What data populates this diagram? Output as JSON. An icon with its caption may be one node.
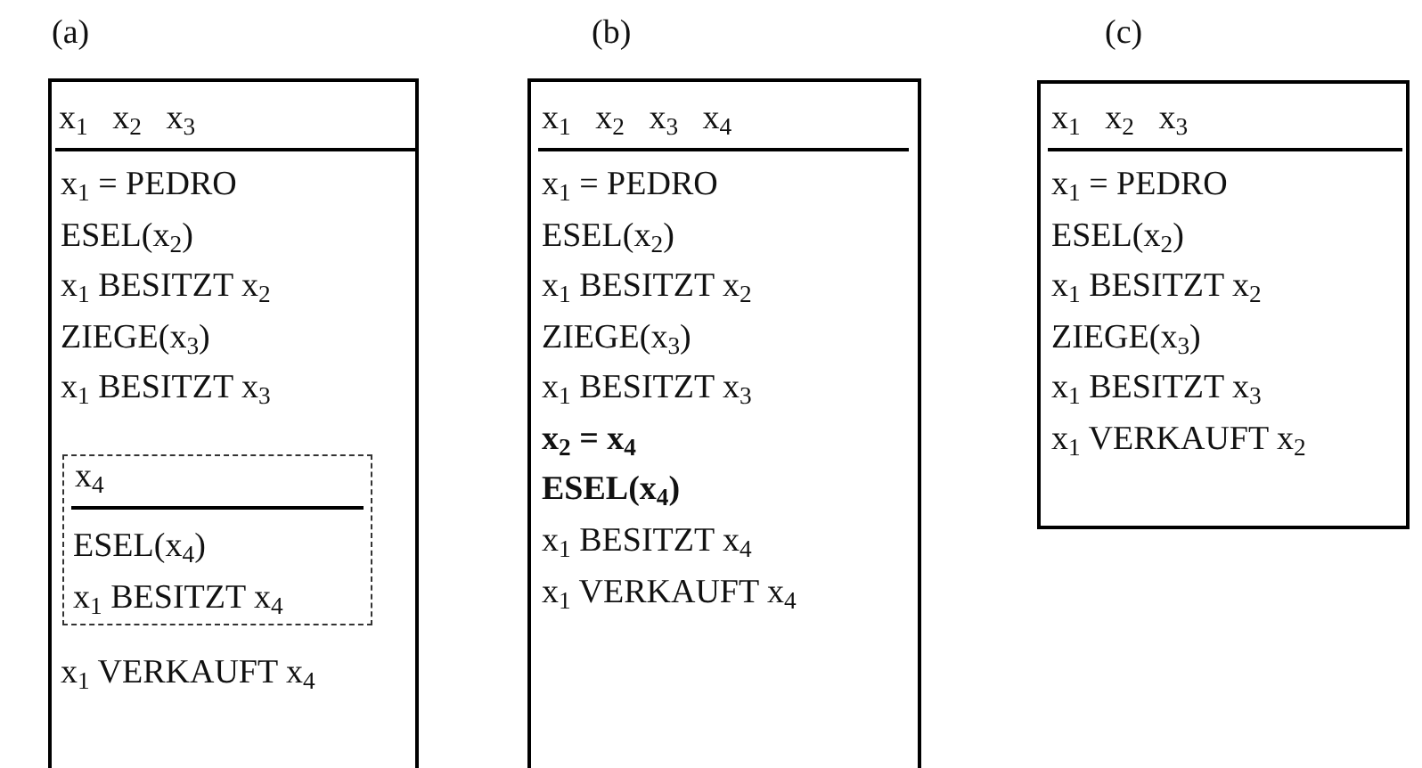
{
  "diagram": {
    "nodes": [
      {
        "text": [
          "x$_{1}$ x$_{2}$ x$_{3}$",
          "x$_{1}$ = PEDRO",
          "ESEL(x$_{2}$)",
          "x$_{1}$ BESITZT x$_{2}$",
          "ZIEGE(x$_{3}$)",
          "x$_{1}$ BESITZT x$_{3}$",
          "x$_{1}$ VERKAUFT x$_{4}$"
        ],
        "beside": [
          "(a)"
        ]
      },
      {
        "text": [
          "x$_{4}$",
          "ESEL(x$_{4}$)",
          "x$_{1}$ BESITZT x$_{4}$"
        ],
        "in": 0
      },
      {
        "text": [
          "x$_{1}$ x$_{2}$ x$_{3}$ x$_{4}$",
          "x$_{1}$ = PEDRO",
          "ESEL(x$_{2}$)",
          "x$_{1}$ BESITZT x$_{2}$",
          "ZIEGE(x$_{3}$)",
          "x$_{1}$ BESITZT x$_{3}$",
          "x$_{2}$ = x$_{4}$",
          "ESEL(x$_{4}$)",
          "x$_{1}$ BESITZT x$_{4}$",
          "x$_{1}$ VERKAUFT x$_{4}$"
        ],
        "beside": [
          "(b)"
        ]
      },
      {
        "text": [
          "x$_{1}$ x$_{2}$ x$_{3}$",
          "x$_{1}$ = PEDRO",
          "ESEL(x$_{2}$)",
          "x$_{1}$ BESITZT x$_{2}$",
          "ZIEGE(x$_{3}$)",
          "x$_{1}$ BESITZT x$_{3}$",
          "x$_{1}$ VERKAUFT x$_{2}$"
        ],
        "beside": [
          "(c)"
        ]
      }
    ]
  }
}
